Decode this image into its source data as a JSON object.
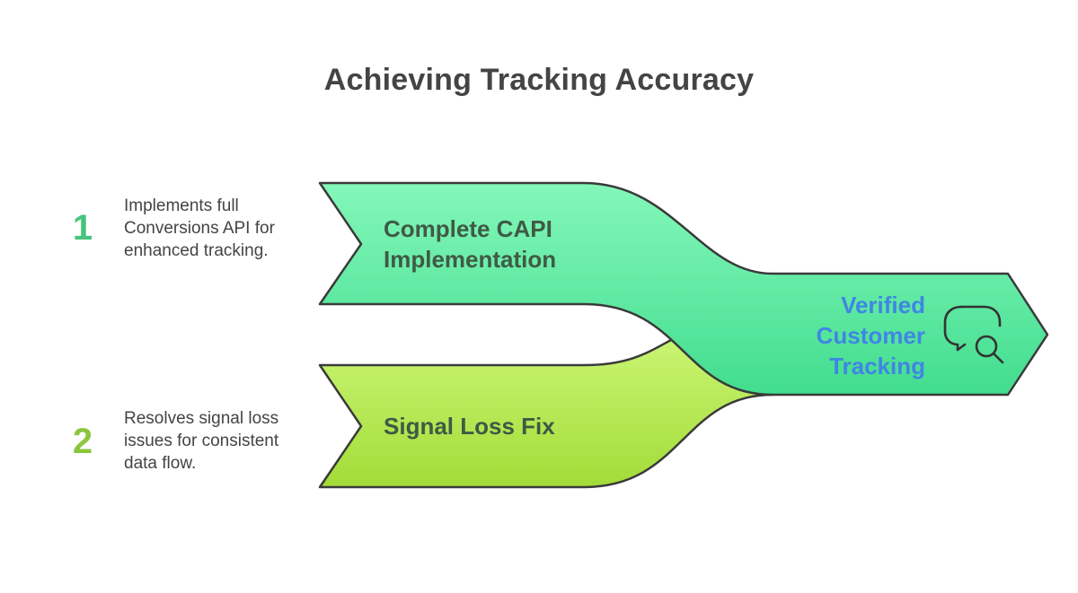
{
  "title": "Achieving Tracking Accuracy",
  "steps": [
    {
      "number": "1",
      "description": "Implements full Conversions API for enhanced tracking.",
      "label": "Complete CAPI Implementation",
      "color": "#46c47e"
    },
    {
      "number": "2",
      "description": "Resolves signal loss issues for consistent data flow.",
      "label": "Signal Loss Fix",
      "color": "#8cc63f"
    }
  ],
  "result": {
    "label": "Verified Customer Tracking",
    "color": "#3f86e4",
    "icon": "chat-search-icon"
  },
  "colors": {
    "band1_top": "#84f7b9",
    "band1_bottom": "#42dd8f",
    "band2_top": "#cdf779",
    "band2_bottom": "#a3dc38",
    "outline": "#3a3a3a"
  }
}
